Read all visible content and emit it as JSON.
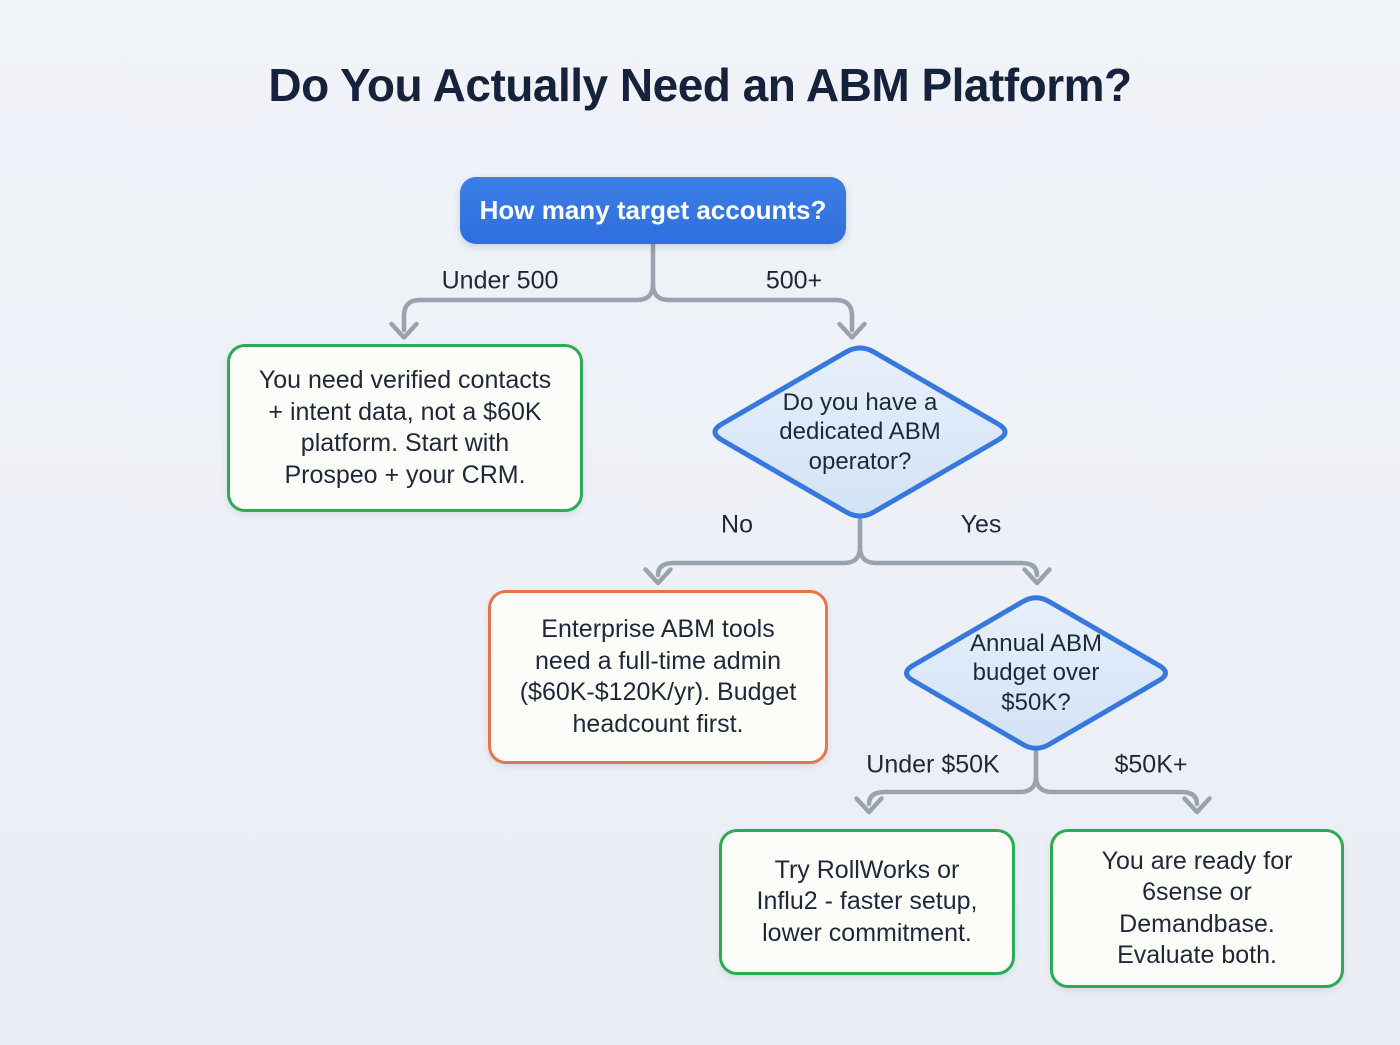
{
  "title": "Do You Actually Need an ABM Platform?",
  "nodes": {
    "root": {
      "label": "How many target accounts?"
    },
    "result_small": {
      "label": "You need verified contacts + intent data, not a $60K platform. Start with Prospeo + your CRM."
    },
    "operator": {
      "label": "Do you have a dedicated ABM operator?"
    },
    "result_no_operator": {
      "label": "Enterprise ABM tools need a full-time admin ($60K-$120K/yr). Budget headcount first."
    },
    "budget": {
      "label": "Annual ABM budget over $50K?"
    },
    "result_low_budget": {
      "label": "Try RollWorks or Influ2 - faster setup, lower commitment."
    },
    "result_high_budget": {
      "label": "You are ready for 6sense or Demandbase. Evaluate both."
    }
  },
  "edges": {
    "under_500": "Under 500",
    "over_500": "500+",
    "no": "No",
    "yes": "Yes",
    "under_50k": "Under $50K",
    "over_50k": "$50K+"
  },
  "colors": {
    "background": "#eef1f6",
    "title_text": "#16223b",
    "body_text": "#1e2838",
    "question_fill": "#3273de",
    "question_text": "#ffffff",
    "decision_fill": "#dce8f8",
    "decision_border": "#3678de",
    "result_fill": "#fcfcf9",
    "green_border": "#2bab53",
    "orange_border": "#e8744a",
    "connector": "#99a3af"
  }
}
